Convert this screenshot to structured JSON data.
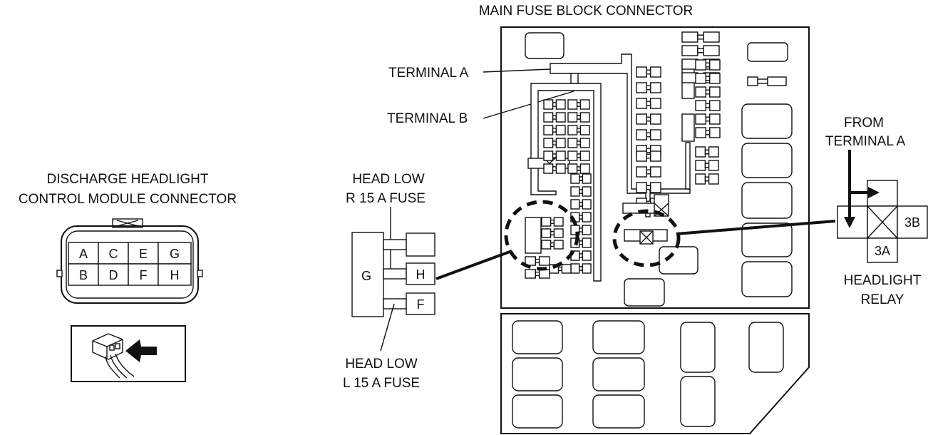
{
  "labels": {
    "main_fuse_block": "MAIN FUSE BLOCK CONNECTOR",
    "terminal_a": "TERMINAL A",
    "terminal_b": "TERMINAL B",
    "discharge_line1": "DISCHARGE HEADLIGHT",
    "discharge_line2": "CONTROL MODULE CONNECTOR",
    "head_low_r_line1": "HEAD LOW",
    "head_low_r_line2": "R 15 A FUSE",
    "head_low_l_line1": "HEAD LOW",
    "head_low_l_line2": "L 15 A FUSE",
    "from_terminal_line1": "FROM",
    "from_terminal_line2": "TERMINAL A",
    "relay_line1": "HEADLIGHT",
    "relay_line2": "RELAY"
  },
  "connector_pins": [
    "A",
    "C",
    "E",
    "G",
    "B",
    "D",
    "F",
    "H"
  ],
  "fuse_detail": {
    "left": "G",
    "right_h": "H",
    "right_f": "F"
  },
  "relay_detail": {
    "term_3b": "3B",
    "term_3a": "3A"
  }
}
